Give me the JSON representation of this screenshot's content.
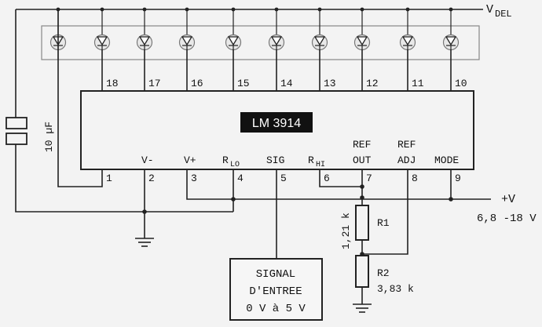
{
  "supply_top": {
    "main": "V",
    "sub": "DEL"
  },
  "ic": {
    "name": "LM 3914"
  },
  "top_pins": [
    "18",
    "17",
    "16",
    "15",
    "14",
    "13",
    "12",
    "11",
    "10"
  ],
  "bottom_pins": [
    "1",
    "2",
    "3",
    "4",
    "5",
    "6",
    "7",
    "8",
    "9"
  ],
  "pin_labels": {
    "vminus": "V-",
    "vplus": "V+",
    "rlo_main": "R",
    "rlo_sub": "LO",
    "sig": "SIG",
    "rhi_main": "R",
    "rhi_sub": "HI",
    "refout_1": "REF",
    "refout_2": "OUT",
    "refadj_1": "REF",
    "refadj_2": "ADJ",
    "mode": "MODE"
  },
  "capacitor": {
    "value": "10 µF"
  },
  "supply_right": {
    "label": "+V",
    "range": "6,8 -18 V"
  },
  "r1": {
    "name": "R1",
    "value": "1,21 k"
  },
  "r2": {
    "name": "R2",
    "value": "3,83 k"
  },
  "signal_box": {
    "line1": "SIGNAL",
    "line2": "D'ENTREE",
    "line3": "0 V à 5 V"
  }
}
